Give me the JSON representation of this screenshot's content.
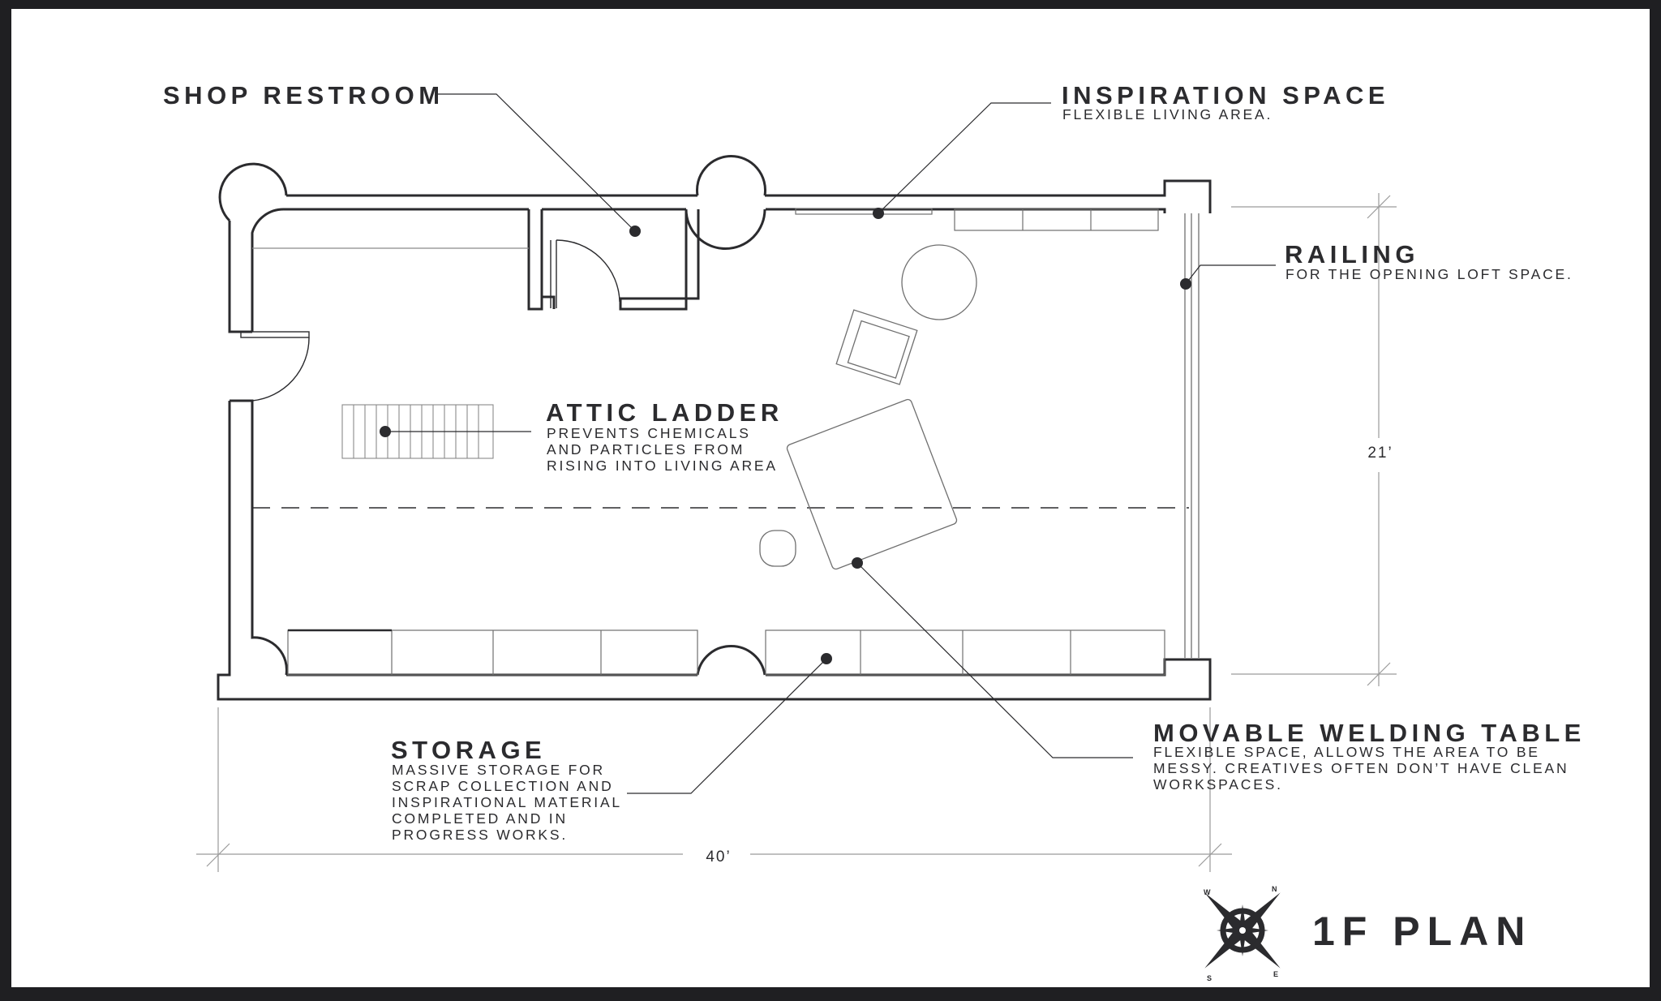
{
  "plan": {
    "title": "1F PLAN",
    "dimensions": {
      "width": "40’",
      "depth": "21’"
    },
    "compass": {
      "n": "N",
      "e": "E",
      "s": "S",
      "w": "W",
      "icon": "compass-rose-icon"
    }
  },
  "labels": {
    "shop_restroom": {
      "title": "SHOP RESTROOM"
    },
    "inspiration_space": {
      "title": "INSPIRATION SPACE",
      "lines": [
        "FLEXIBLE LIVING AREA."
      ]
    },
    "railing": {
      "title": "RAILING",
      "lines": [
        "FOR THE OPENING LOFT SPACE."
      ]
    },
    "attic_ladder": {
      "title": "ATTIC LADDER",
      "lines": [
        "PREVENTS CHEMICALS",
        "AND PARTICLES FROM",
        "RISING INTO LIVING AREA"
      ]
    },
    "storage": {
      "title": "STORAGE",
      "lines": [
        "MASSIVE STORAGE FOR",
        "SCRAP COLLECTION AND",
        "INSPIRATIONAL MATERIAL",
        "COMPLETED AND IN",
        "PROGRESS WORKS."
      ]
    },
    "welding_table": {
      "title": "MOVABLE WELDING TABLE",
      "lines": [
        "FLEXIBLE SPACE, ALLOWS THE AREA TO BE",
        "MESSY.  CREATIVES OFTEN DON’T HAVE CLEAN",
        "WORKSPACES."
      ]
    }
  },
  "colors": {
    "ink": "#2b2b2e",
    "frame": "#1f1f22",
    "paper": "#ffffff",
    "thin": "#8a8a8a"
  }
}
